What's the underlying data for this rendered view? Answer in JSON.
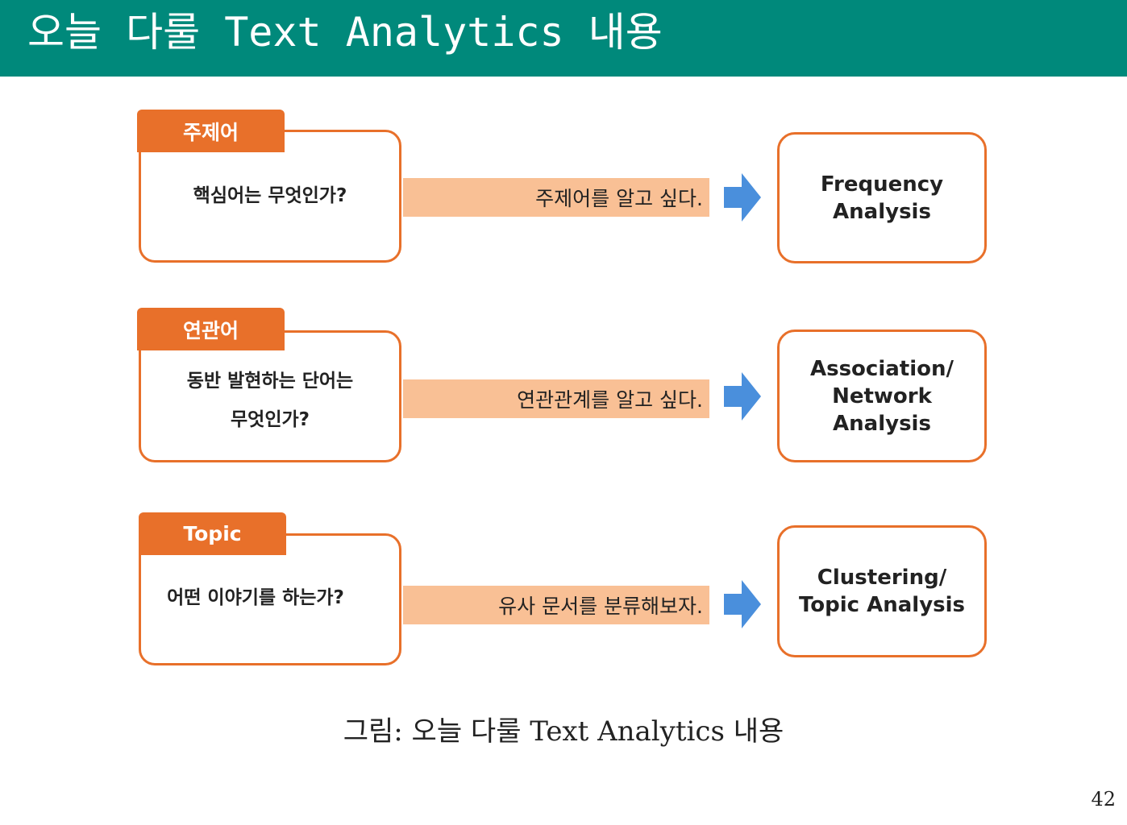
{
  "header": {
    "title": "오늘 다룰 Text Analytics 내용"
  },
  "rows": [
    {
      "tab": "주제어",
      "question_lines": [
        "핵심어는 무엇인가?"
      ],
      "band": "주제어를 알고 싶다.",
      "result_lines": [
        "Frequency",
        "Analysis"
      ]
    },
    {
      "tab": "연관어",
      "question_lines": [
        "동반 발현하는 단어는",
        "무엇인가?"
      ],
      "band": "연관관계를 알고 싶다.",
      "result_lines": [
        "Association/",
        "Network",
        "Analysis"
      ]
    },
    {
      "tab": "Topic",
      "question_lines": [
        "어떤 이야기를 하는가?"
      ],
      "band": "유사 문서를 분류해보자.",
      "result_lines": [
        "Clustering/",
        "Topic Analysis"
      ]
    }
  ],
  "caption": "그림: 오늘 다룰 Text Analytics 내용",
  "page_number": "42",
  "colors": {
    "header": "#00897b",
    "accent_orange": "#e8702a",
    "band_peach": "#f9c095",
    "arrow_blue": "#4a8fdc"
  },
  "icons": {
    "arrow": "right-arrow-icon"
  }
}
